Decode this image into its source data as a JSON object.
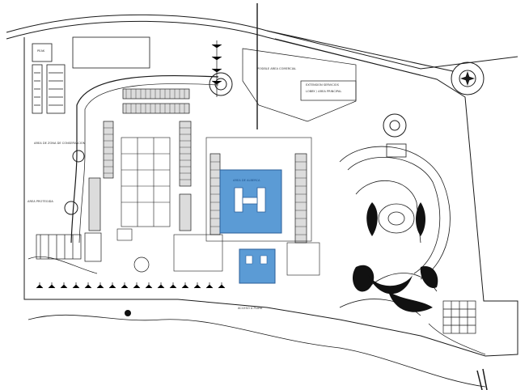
{
  "colors": {
    "line": "#1a1a1a",
    "pool": "#5b9bd5",
    "pool_edge": "#2b5f99",
    "building": "#2a2a2a",
    "vegetation": "#111111",
    "background": "#ffffff"
  },
  "labels": {
    "peak": "PEAK",
    "comercial_area": "POSIBLE AREA COMERCIAL",
    "extension_services": "EXTENSION SERVICIOS",
    "lobby_area": "LOBBY / AREA PRINCIPAL",
    "conservation_area": "AREA DE ZONA DE CONSERVACION",
    "protected_area": "AREA PROTEGIDA",
    "beach_access": "ACCESO A PLAYA",
    "main_pool": "AREA DE ALBERCA"
  },
  "icons": [
    "compass-rose-icon",
    "palm-tree-icon"
  ]
}
